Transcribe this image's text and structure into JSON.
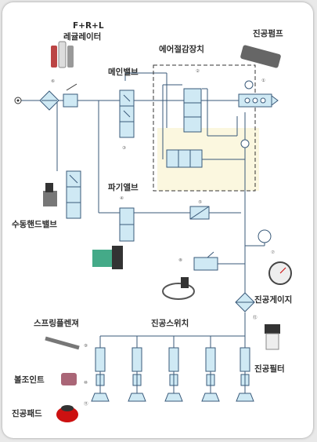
{
  "labels": {
    "regulator_line1": "F+R+L",
    "regulator_line2": "레귤레이터",
    "main_valve": "메인밸브",
    "air_saving_device": "에어절감장치",
    "vacuum_pump": "진공펌프",
    "manual_valve": "수동핸드밸브",
    "break_valve": "파기앨브",
    "vacuum_gauge": "진공게이지",
    "spring_plunger": "스프링플렌져",
    "vacuum_switch": "진공스위치",
    "ball_joint": "볼조인트",
    "vacuum_filter": "진공필터",
    "vacuum_pad": "진공패드"
  },
  "part_numbers": [
    "⑥",
    "③",
    "②",
    "①",
    "④",
    "⑤",
    "⑧",
    "⑦",
    "⑨",
    "⑩",
    "⑪",
    "⑫"
  ],
  "colors": {
    "component_fill": "#cfe9f4",
    "line": "#3a5a7a",
    "highlight_area": "#fbf7df"
  }
}
